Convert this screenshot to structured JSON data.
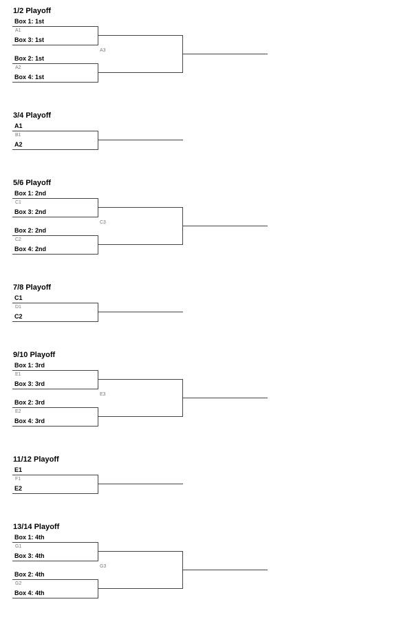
{
  "sections": [
    {
      "title": "1/2 Playoff",
      "matches": [
        {
          "top": "Box 1: 1st",
          "code": "A1",
          "bottom": "Box 3: 1st"
        },
        {
          "top": "Box 2: 1st",
          "code": "A2",
          "bottom": "Box 4: 1st"
        }
      ],
      "final_code": "A3"
    },
    {
      "title": "3/4 Playoff",
      "matches": [
        {
          "top": "A1",
          "code": "B1",
          "bottom": "A2"
        }
      ]
    },
    {
      "title": "5/6 Playoff",
      "matches": [
        {
          "top": "Box 1: 2nd",
          "code": "C1",
          "bottom": "Box 3: 2nd"
        },
        {
          "top": "Box 2: 2nd",
          "code": "C2",
          "bottom": "Box 4: 2nd"
        }
      ],
      "final_code": "C3"
    },
    {
      "title": "7/8 Playoff",
      "matches": [
        {
          "top": "C1",
          "code": "D1",
          "bottom": "C2"
        }
      ]
    },
    {
      "title": "9/10 Playoff",
      "matches": [
        {
          "top": "Box 1: 3rd",
          "code": "E1",
          "bottom": "Box 3: 3rd"
        },
        {
          "top": "Box 2: 3rd",
          "code": "E2",
          "bottom": "Box 4: 3rd"
        }
      ],
      "final_code": "E3"
    },
    {
      "title": "11/12 Playoff",
      "matches": [
        {
          "top": "E1",
          "code": "F1",
          "bottom": "E2"
        }
      ]
    },
    {
      "title": "13/14 Playoff",
      "matches": [
        {
          "top": "Box 1: 4th",
          "code": "G1",
          "bottom": "Box 3: 4th"
        },
        {
          "top": "Box 2: 4th",
          "code": "G2",
          "bottom": "Box 4: 4th"
        }
      ],
      "final_code": "G3"
    }
  ]
}
